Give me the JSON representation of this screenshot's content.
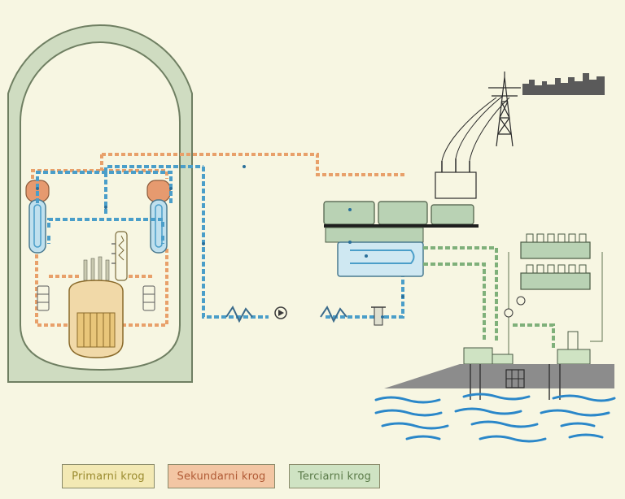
{
  "legend": {
    "primary": "Primarni krog",
    "secondary": "Sekundarni krog",
    "tertiary": "Terciarni krog"
  },
  "colors": {
    "background": "#f7f6e2",
    "containment": "#cfdcc1",
    "primary_loop": "#e8a06a",
    "secondary_loop": "#4a9ec9",
    "tertiary_loop": "#7fb07a",
    "turbine": "#b9d2b4",
    "water": "#2a87c9",
    "ground": "#8c8c8c"
  }
}
